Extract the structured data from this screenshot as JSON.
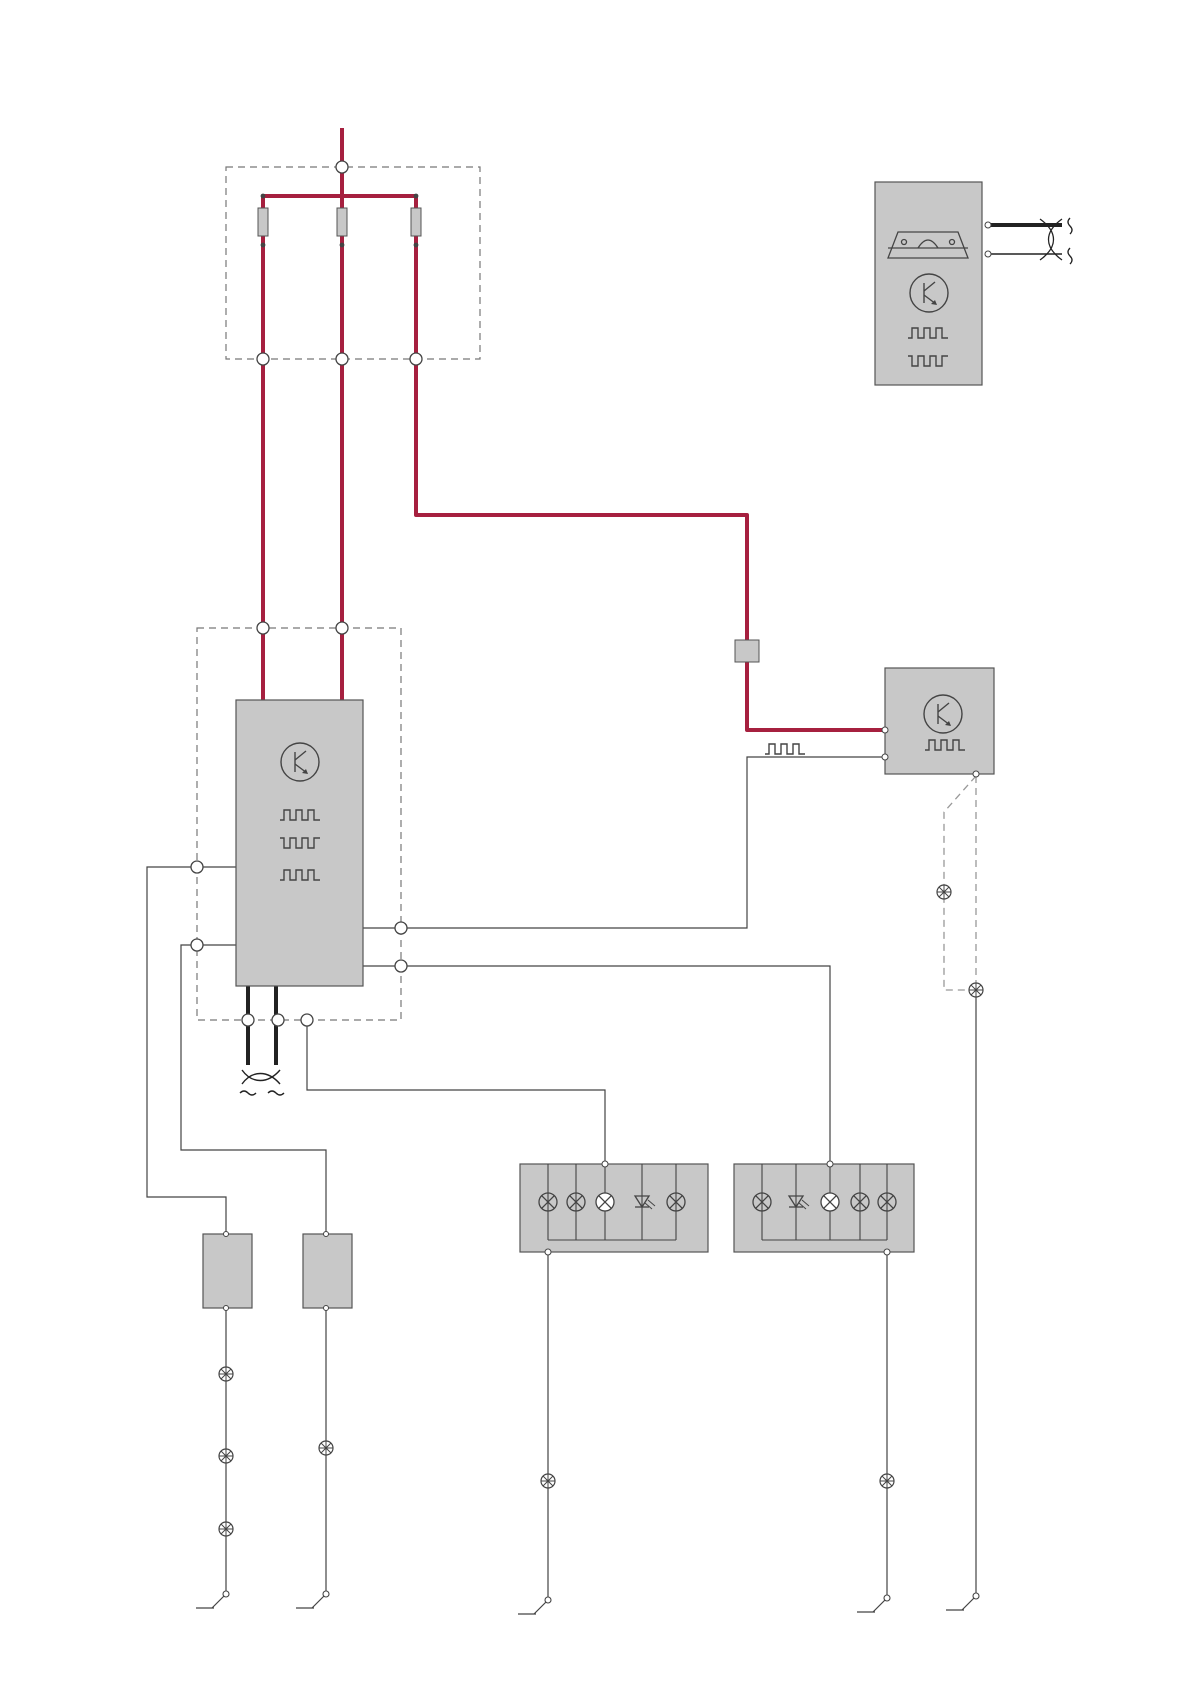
{
  "diagram": {
    "type": "wiring-schematic",
    "colors": {
      "power_wire": "#a6203f",
      "signal_wire": "#333333",
      "thin_wire": "#444444",
      "component_fill": "#c8c8c8",
      "component_stroke": "#555555",
      "dashed_box": "#777777",
      "optional_wire": "#999999",
      "junction_fill": "#ffffff"
    },
    "components": [
      {
        "id": "fuse-box",
        "kind": "fuse-holder",
        "fuses": 3
      },
      {
        "id": "main-control-module",
        "kind": "electronic-module",
        "symbols": [
          "transistor-icon",
          "pulse-signal-icon",
          "inverted-pulse-icon",
          "pulse-signal-icon"
        ]
      },
      {
        "id": "top-right-module",
        "kind": "electronic-module",
        "symbols": [
          "roof-light-icon",
          "transistor-icon",
          "pulse-signal-icon",
          "inverted-pulse-icon"
        ]
      },
      {
        "id": "right-module",
        "kind": "electronic-module",
        "symbols": [
          "transistor-icon",
          "pulse-signal-icon"
        ]
      },
      {
        "id": "inline-connector",
        "kind": "connector"
      },
      {
        "id": "switch-a",
        "kind": "switch"
      },
      {
        "id": "switch-b",
        "kind": "switch"
      },
      {
        "id": "lamp-panel-left",
        "kind": "lamp-panel",
        "elements": [
          "lamp",
          "lamp",
          "lamp-lit",
          "led",
          "lamp"
        ]
      },
      {
        "id": "lamp-panel-right",
        "kind": "lamp-panel",
        "elements": [
          "lamp",
          "led",
          "lamp-lit",
          "lamp",
          "lamp"
        ]
      }
    ],
    "ground_points": 6,
    "splice_points": 7,
    "twisted_pairs": 2
  }
}
